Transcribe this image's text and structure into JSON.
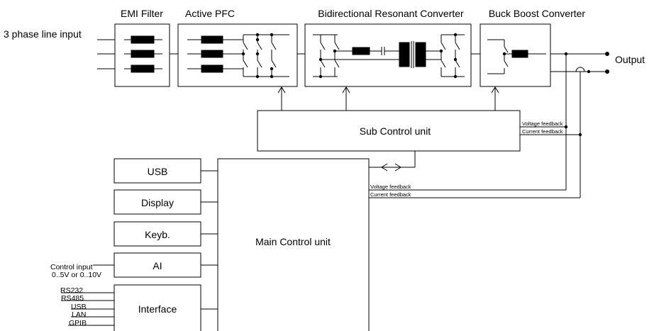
{
  "title_labels": {
    "emi_filter": "EMI Filter",
    "active_pfc": "Active PFC",
    "resonant_converter": "Bidirectional Resonant Converter",
    "buck_boost": "Buck Boost Converter"
  },
  "input_label": "3 phase line input",
  "output_label": "Output",
  "sub_control": {
    "label": "Sub Control unit",
    "voltage_feedback": "Voltage feedback",
    "current_feedback": "Current feedback"
  },
  "main_control": {
    "label": "Main Control unit",
    "voltage_feedback": "Voltage feedback",
    "current_feedback": "Current feedback"
  },
  "peripherals": {
    "usb": "USB",
    "display": "Display",
    "keyboard": "Keyb.",
    "ai": "AI",
    "interface": "Interface"
  },
  "control_input": {
    "line1": "Control input",
    "line2": "0..5V or 0..10V"
  },
  "interface_ports": [
    "RS232",
    "RS485",
    "USB",
    "LAN",
    "GPIB"
  ]
}
